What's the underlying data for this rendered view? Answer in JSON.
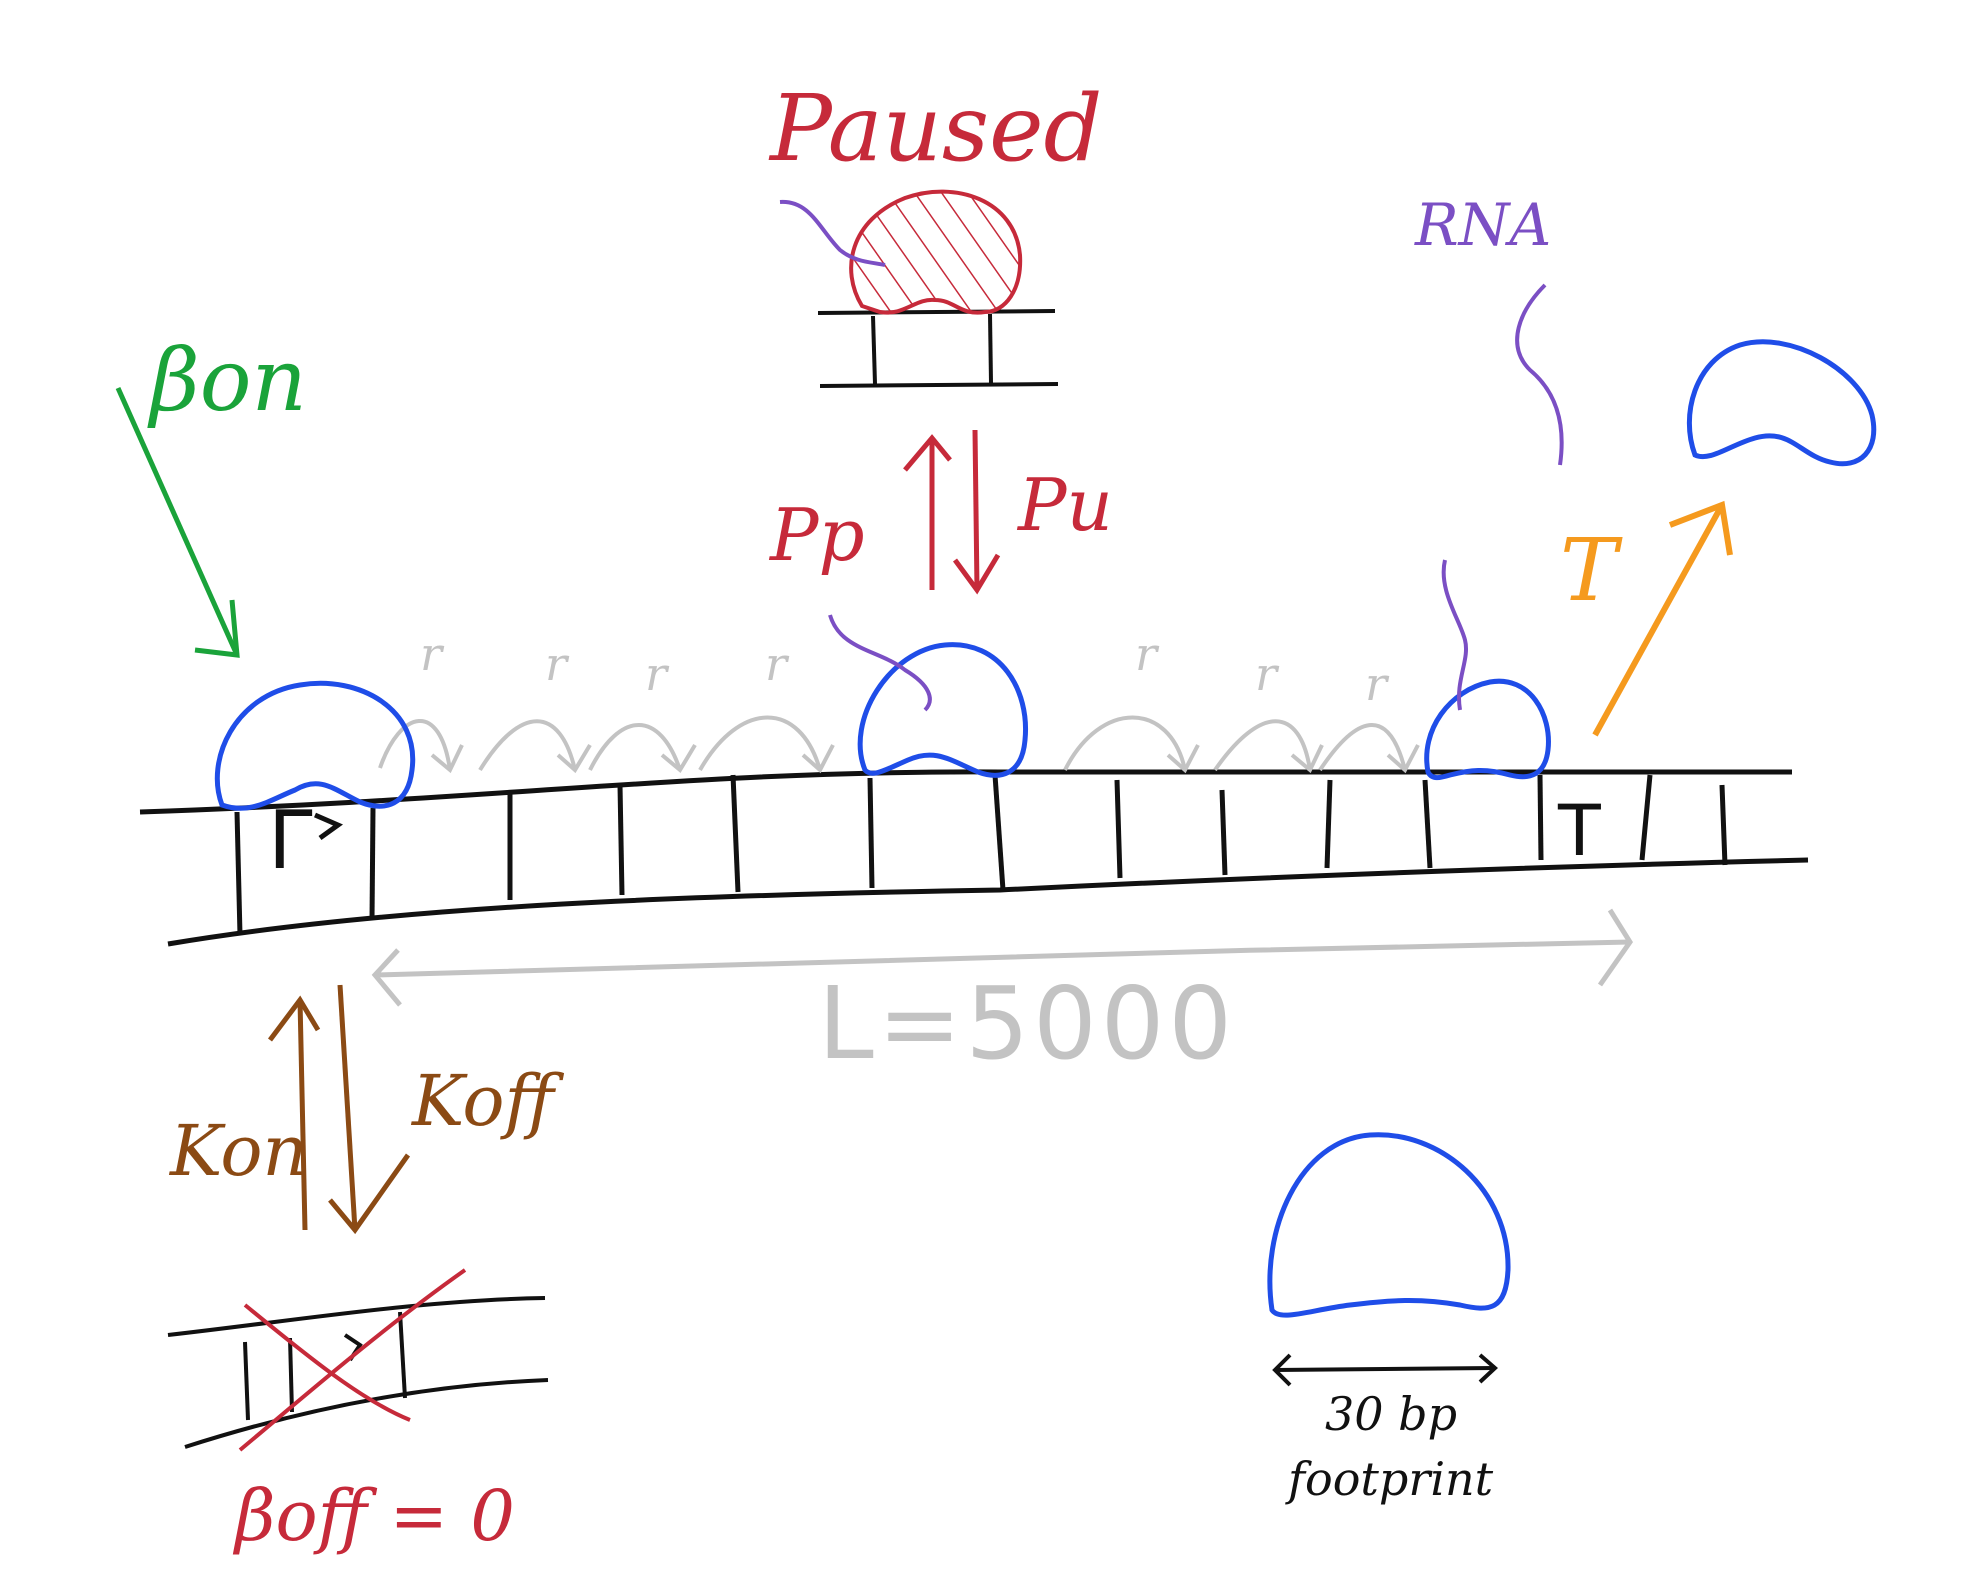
{
  "labels": {
    "paused": "Paused",
    "rna": "RNA",
    "beta_on": "βon",
    "p_p": "Pp",
    "p_u": "Pu",
    "r": "r",
    "promoter_symbol": "Γ",
    "terminator_symbol": "T",
    "termination_rate": "T",
    "length": "L=5000",
    "k_on": "Kon",
    "k_off": "Koff",
    "beta_off": "βoff = 0",
    "footprint_size": "30 bp",
    "footprint_word": "footprint"
  },
  "colors": {
    "polymerase": "#1f4de8",
    "paused": "#c62a3a",
    "rna": "#7b4fc4",
    "beta_on": "#1aa33a",
    "terminate": "#f59a1e",
    "kinetics": "#8b4a14",
    "hop": "#c3c3c3",
    "dna": "#111111"
  }
}
